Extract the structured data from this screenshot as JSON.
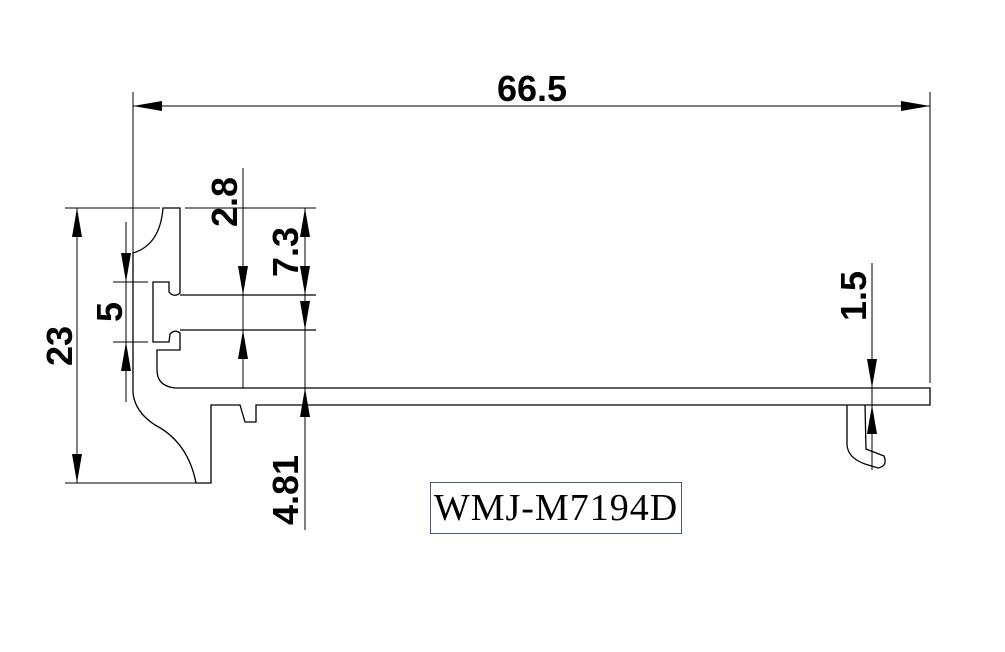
{
  "dimensions": {
    "overall_width": "66.5",
    "overall_height": "23",
    "slot_width": "5",
    "slot_depth": "2.8",
    "top_to_slot": "7.3",
    "base_offset": "4.81",
    "plate_thickness": "1.5"
  },
  "part_label": "WMJ-M7194D"
}
